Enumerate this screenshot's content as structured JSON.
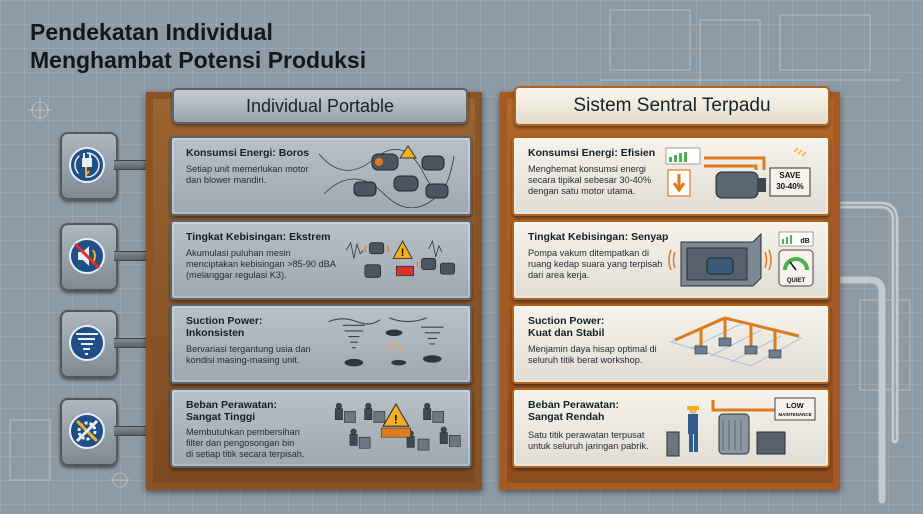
{
  "title": {
    "line1": "Pendekatan Individual",
    "line2": "Menghambat Potensi Produksi"
  },
  "left_column": {
    "header": "Individual Portable",
    "panels": [
      {
        "title_lines": [
          "Konsumsi Energi: Boros"
        ],
        "desc_lines": [
          "Setiap unit memerlukan motor",
          "dan blower mandiri."
        ],
        "icon": "plug-icon"
      },
      {
        "title_lines": [
          "Tingkat Kebisingan: Ekstrem"
        ],
        "desc_lines": [
          "Akumulasi puluhan mesin",
          "menciptakan kebisingan >85-90 dBA",
          "(melanggar regulasi K3)."
        ],
        "icon": "speaker-muted-icon"
      },
      {
        "title_lines": [
          "Suction Power:",
          "Inkonsisten"
        ],
        "desc_lines": [
          "Bervariasi tergantung usia dan",
          "kondisi masing-masing unit."
        ],
        "icon": "tornado-icon"
      },
      {
        "title_lines": [
          "Beban Perawatan:",
          "Sangat Tinggi"
        ],
        "desc_lines": [
          "Membutuhkan pembersihan",
          "filter dan pengosongan bin",
          "di setiap titik secara terpisah."
        ],
        "icon": "wrench-gear-icon"
      }
    ]
  },
  "right_column": {
    "header": "Sistem Sentral Terpadu",
    "panels": [
      {
        "title_lines": [
          "Konsumsi Energi: Efisien"
        ],
        "desc_lines": [
          "Menghemat konsumsi energi",
          "secara tipikal sebesar 30-40%",
          "dengan satu motor utama."
        ],
        "badge_lines": [
          "SAVE",
          "30-40%"
        ]
      },
      {
        "title_lines": [
          "Tingkat Kebisingan: Senyap"
        ],
        "desc_lines": [
          "Pompa vakum ditempatkan di",
          "ruang kedap suara yang terpisah",
          "dari area kerja."
        ],
        "badge_lines": [
          "dB",
          "QUIET"
        ]
      },
      {
        "title_lines": [
          "Suction Power:",
          "Kuat dan Stabil"
        ],
        "desc_lines": [
          "Menjamin daya hisap optimal di",
          "seluruh titik berat workshop."
        ]
      },
      {
        "title_lines": [
          "Beban Perawatan:",
          "Sangat Rendah"
        ],
        "desc_lines": [
          "Satu titik perawatan terpusat",
          "untuk seluruh jaringan pabrik."
        ],
        "badge_lines": [
          "LOW",
          "MAINTENANCE"
        ]
      }
    ]
  },
  "colors": {
    "steel": "#9ea8b0",
    "rust_frame": "#8a5326",
    "accent_orange": "#e07a1f",
    "warning_yellow": "#f2b01e"
  }
}
